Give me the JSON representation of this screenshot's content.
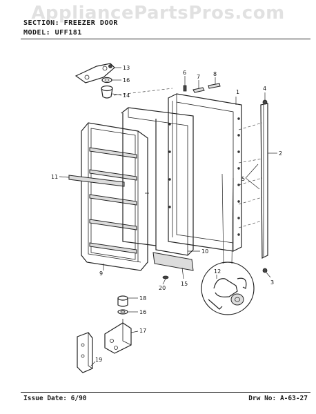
{
  "watermark": "AppliancePartsPros.com",
  "header": {
    "section_line": "SECTION: FREEZER DOOR",
    "model_line": "MODEL:  UFF181"
  },
  "footer": {
    "issue_date": "Issue Date: 6/90",
    "drawing_no": "Drw No: A-63-27"
  },
  "callouts": [
    "1",
    "2",
    "3",
    "4",
    "5",
    "6",
    "7",
    "8",
    "9",
    "10",
    "11",
    "12",
    "13",
    "14",
    "15",
    "16",
    "16",
    "17",
    "18",
    "19",
    "20"
  ]
}
